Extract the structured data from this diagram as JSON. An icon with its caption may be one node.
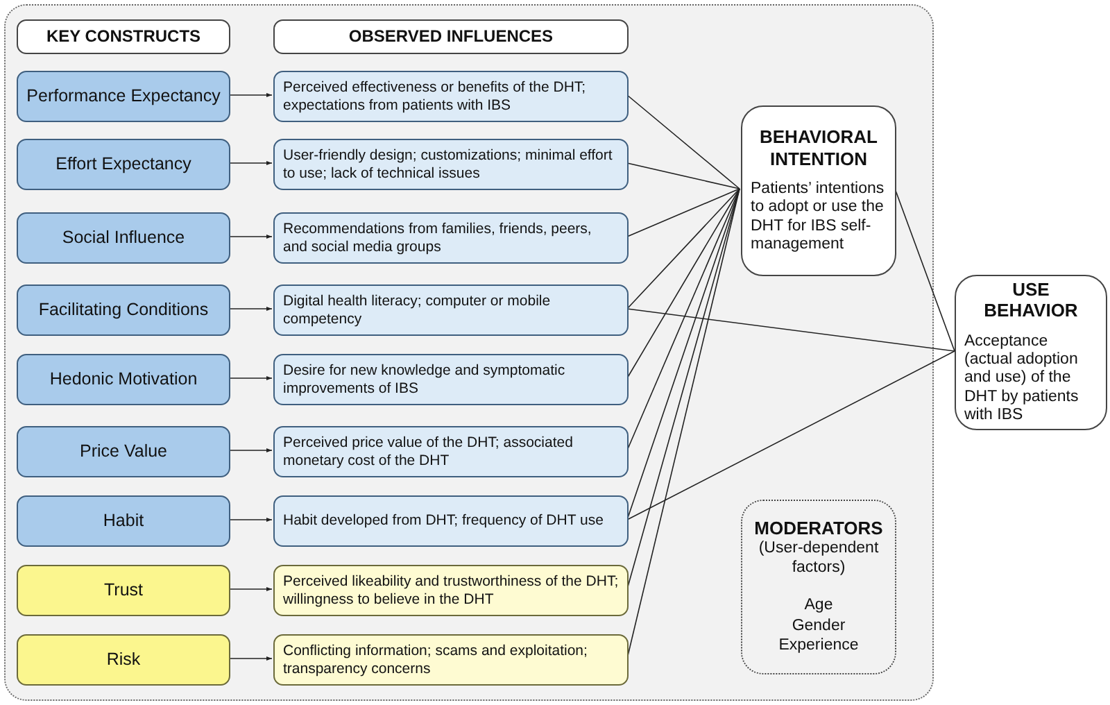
{
  "diagram": {
    "nodes": [
      {
        "text": [],
        "shape": "box"
      },
      {
        "text": [
          "KEY CONSTRUCTS"
        ],
        "in": 0
      },
      {
        "text": [
          "OBSERVED INFLUENCES"
        ],
        "in": 0
      },
      {
        "text": [
          "Performance Expectancy"
        ],
        "in": 0
      },
      {
        "text": [
          "Perceived effectiveness or benefits of the DHT; expectations from patients with IBS"
        ],
        "in": 0
      },
      {
        "text": [
          "Effort Expectancy"
        ],
        "in": 0
      },
      {
        "text": [
          "User-friendly design; customizations; minimal effort to use; lack of technical issues"
        ],
        "in": 0
      },
      {
        "text": [
          "Social Influence"
        ],
        "in": 0
      },
      {
        "text": [
          "Recommendations from families, friends, peers, and social media groups"
        ],
        "in": 0
      },
      {
        "text": [
          "Facilitating Conditions"
        ],
        "in": 0
      },
      {
        "text": [
          "Digital health literacy; computer or mobile competency"
        ],
        "in": 0
      },
      {
        "text": [
          "Hedonic Motivation"
        ],
        "in": 0
      },
      {
        "text": [
          "Desire for new knowledge and symptomatic improvements of IBS"
        ],
        "in": 0
      },
      {
        "text": [
          "Price Value"
        ],
        "in": 0
      },
      {
        "text": [
          "Perceived price value of the DHT; associated monetary cost of the DHT"
        ],
        "in": 0
      },
      {
        "text": [
          "Habit"
        ],
        "in": 0
      },
      {
        "text": [
          "Habit developed from DHT; frequency of DHT use"
        ],
        "in": 0
      },
      {
        "text": [
          "Trust"
        ],
        "in": 0
      },
      {
        "text": [
          "Perceived likeability and trustworthiness of the DHT; willingness to believe in the DHT"
        ],
        "in": 0
      },
      {
        "text": [
          "Risk"
        ],
        "in": 0
      },
      {
        "text": [
          "Conflicting information; scams and exploitation; transparency concerns"
        ],
        "in": 0
      },
      {
        "text": [
          "BEHAVIORAL INTENTION",
          "Patients’ intentions to adopt or use the DHT for IBS self-management"
        ],
        "in": 0
      },
      {
        "text": [
          "MODERATORS",
          "(User-dependent factors)",
          "Age",
          "Gender",
          "Experience"
        ],
        "in": 0
      },
      {
        "text": [
          "USE BEHAVIOR",
          "Acceptance (actual adoption and use) of the DHT by patients with IBS"
        ]
      }
    ],
    "edges": [
      {
        "from": 3,
        "to": 4,
        "arrow": "to"
      },
      {
        "from": 5,
        "to": 6,
        "arrow": "to"
      },
      {
        "from": 7,
        "to": 8,
        "arrow": "to"
      },
      {
        "from": 9,
        "to": 10,
        "arrow": "to"
      },
      {
        "from": 11,
        "to": 12,
        "arrow": "to"
      },
      {
        "from": 13,
        "to": 14,
        "arrow": "to"
      },
      {
        "from": 15,
        "to": 16,
        "arrow": "to"
      },
      {
        "from": 17,
        "to": 18,
        "arrow": "to"
      },
      {
        "from": 19,
        "to": 20,
        "arrow": "to"
      },
      {
        "from": 4,
        "to": 21,
        "arrow": "none"
      },
      {
        "from": 6,
        "to": 21,
        "arrow": "none"
      },
      {
        "from": 8,
        "to": 21,
        "arrow": "none"
      },
      {
        "from": 10,
        "to": 21,
        "arrow": "none"
      },
      {
        "from": 12,
        "to": 21,
        "arrow": "none"
      },
      {
        "from": 14,
        "to": 21,
        "arrow": "none"
      },
      {
        "from": 16,
        "to": 21,
        "arrow": "none"
      },
      {
        "from": 18,
        "to": 21,
        "arrow": "none"
      },
      {
        "from": 20,
        "to": 21,
        "arrow": "none"
      },
      {
        "from": 21,
        "to": 23,
        "arrow": "none"
      },
      {
        "from": 10,
        "to": 23,
        "arrow": "none"
      },
      {
        "from": 16,
        "to": 23,
        "arrow": "none"
      }
    ]
  }
}
